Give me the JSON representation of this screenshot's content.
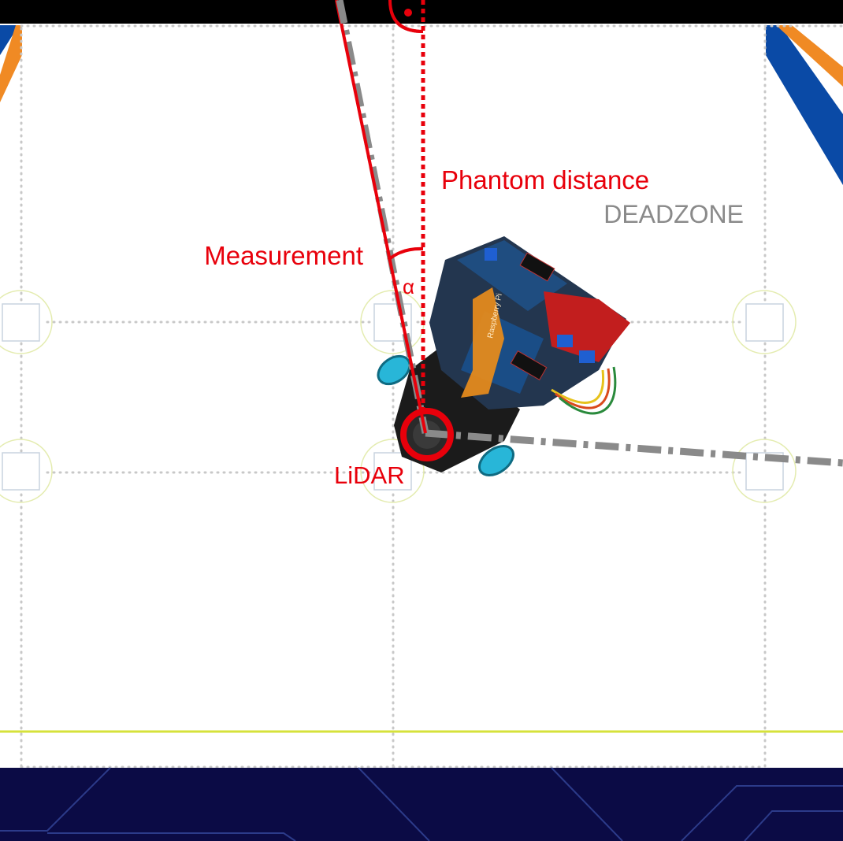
{
  "labels": {
    "phantom_distance": "Phantom distance",
    "deadzone": "DEADZONE",
    "measurement": "Measurement",
    "alpha": "α",
    "lidar": "LiDAR"
  },
  "robot": {
    "photo_text": "Raspberry Pi"
  },
  "colors": {
    "red": "#e8000b",
    "deadzone_gray": "#8a8a8a",
    "grid_dot": "#c8c8c8",
    "yellow_line": "#d6e23a",
    "orange_stripe": "#f08a24",
    "blue_stripe": "#0a4aa6",
    "top_bar": "#000000",
    "bottom_panel": "#0b0b45"
  }
}
